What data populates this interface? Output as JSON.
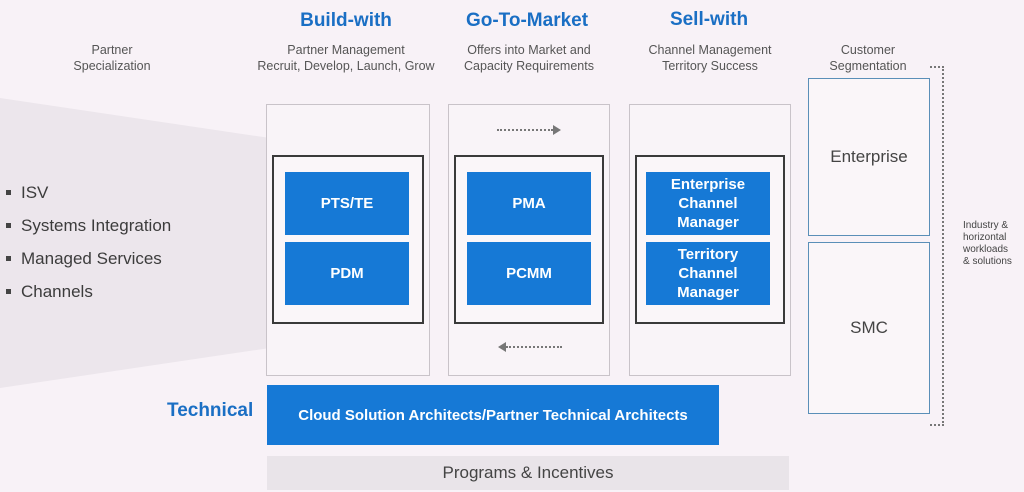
{
  "header": {
    "partner_specialization": "Partner\nSpecialization",
    "build_with": {
      "title": "Build-with",
      "subtitle": "Partner Management\nRecruit, Develop, Launch, Grow"
    },
    "go_to_market": {
      "title": "Go-To-Market",
      "subtitle": "Offers into Market and\nCapacity Requirements"
    },
    "sell_with": {
      "title": "Sell-with",
      "subtitle": "Channel Management\nTerritory Success"
    },
    "customer_segmentation": "Customer\nSegmentation"
  },
  "specializations": [
    "ISV",
    "Systems Integration",
    "Managed Services",
    "Channels"
  ],
  "build_with_boxes": [
    "PTS/TE",
    "PDM"
  ],
  "go_to_market_boxes": [
    "PMA",
    "PCMM"
  ],
  "sell_with_boxes": [
    "Enterprise\nChannel\nManager",
    "Territory\nChannel\nManager"
  ],
  "segments": [
    "Enterprise",
    "SMC"
  ],
  "industry_note": "Industry &\nhorizontal\nworkloads\n& solutions",
  "technical": {
    "label": "Technical",
    "bar": "Cloud Solution Architects/Partner Technical Architects"
  },
  "programs": "Programs & Incentives",
  "colors": {
    "accent": "#1679d6",
    "title": "#1a6fc4",
    "background": "#f8f2f7"
  }
}
